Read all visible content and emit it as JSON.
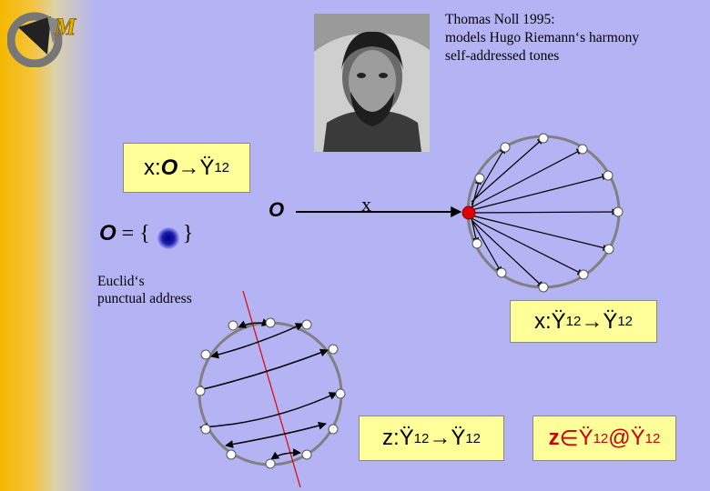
{
  "caption": {
    "line1": "Thomas Noll 1995:",
    "line2": "models Hugo Riemann‘s harmony",
    "line3": "self-addressed tones"
  },
  "box_x1": {
    "prefix": "x: ",
    "o": "O",
    "arrow": " → ",
    "Z": "Ÿ",
    "sub": "12"
  },
  "set_def": {
    "o": "O",
    "text": " = { ",
    "close": " }"
  },
  "euclid": {
    "line1": "Euclid‘s",
    "line2": "punctual address"
  },
  "arrow_o": "O",
  "arrow_x": "x",
  "box_x2": {
    "prefix": "x: ",
    "Z1": "Ÿ",
    "sub1": "12",
    "arrow": " → ",
    "Z2": "Ÿ",
    "sub2": "12"
  },
  "box_z": {
    "prefix": "z: ",
    "Z1": "Ÿ",
    "sub1": "12",
    "arrow": " → ",
    "Z2": "Ÿ",
    "sub2": "12"
  },
  "box_z2": {
    "z": "z",
    "elem": " ∈ ",
    "Z1": "Ÿ",
    "sub1": "12",
    "at": "@",
    "Z2": "Ÿ",
    "sub2": "12"
  },
  "colors": {
    "background": "#b4b4f4",
    "box": "#ffff99",
    "accent_red": "#e00000",
    "z_text": "#cc0000"
  },
  "icons": [
    "logo-icon",
    "portrait-photo",
    "blue-dot-icon"
  ]
}
